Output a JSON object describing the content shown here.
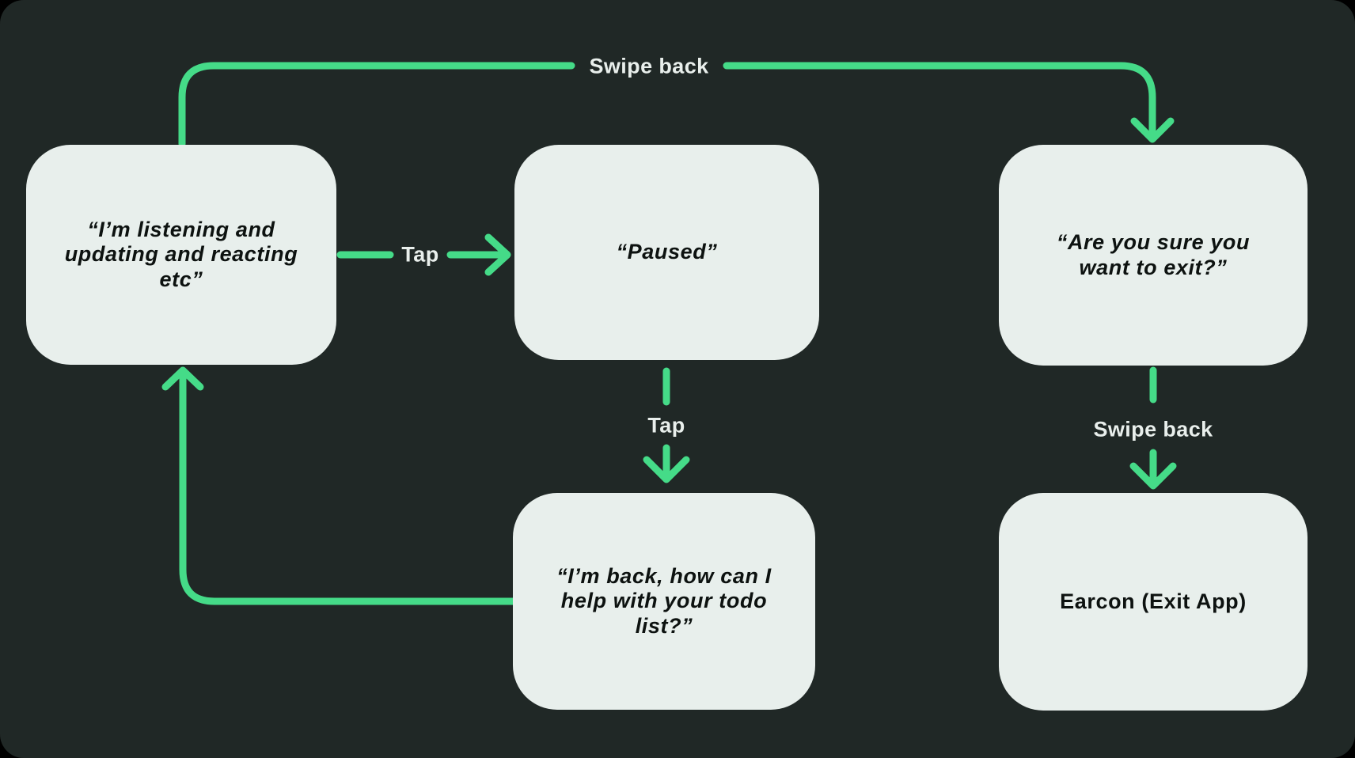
{
  "colors": {
    "outer_background": "#000000",
    "background": "#202826",
    "node_fill": "#e8efec",
    "node_text": "#0d1210",
    "accent_green": "#45db88",
    "label_text": "#e9efec"
  },
  "diagram": {
    "type": "flowchart",
    "nodes": [
      {
        "id": "listening",
        "label": [
          "“I’m listening and",
          "updating and reacting",
          "etc”"
        ],
        "style": "italic-quote"
      },
      {
        "id": "paused",
        "label": [
          "“Paused”"
        ],
        "style": "italic-quote"
      },
      {
        "id": "exit-confirm",
        "label": [
          "“Are you sure you",
          "want to exit?”"
        ],
        "style": "italic-quote"
      },
      {
        "id": "im-back",
        "label": [
          "“I’m back, how can I",
          "help with your todo",
          "list?”"
        ],
        "style": "italic-quote"
      },
      {
        "id": "earcon-exit",
        "label": [
          "Earcon (Exit App)"
        ],
        "style": "plain"
      }
    ],
    "edges": [
      {
        "id": "swipe-back-top",
        "label": "Swipe back",
        "from": "listening",
        "to": "exit-confirm"
      },
      {
        "id": "tap-right",
        "label": "Tap",
        "from": "listening",
        "to": "paused"
      },
      {
        "id": "tap-down",
        "label": "Tap",
        "from": "paused",
        "to": "im-back"
      },
      {
        "id": "loop-return",
        "label": "",
        "from": "im-back",
        "to": "listening"
      },
      {
        "id": "swipe-back-down",
        "label": "Swipe back",
        "from": "exit-confirm",
        "to": "earcon-exit"
      }
    ]
  }
}
